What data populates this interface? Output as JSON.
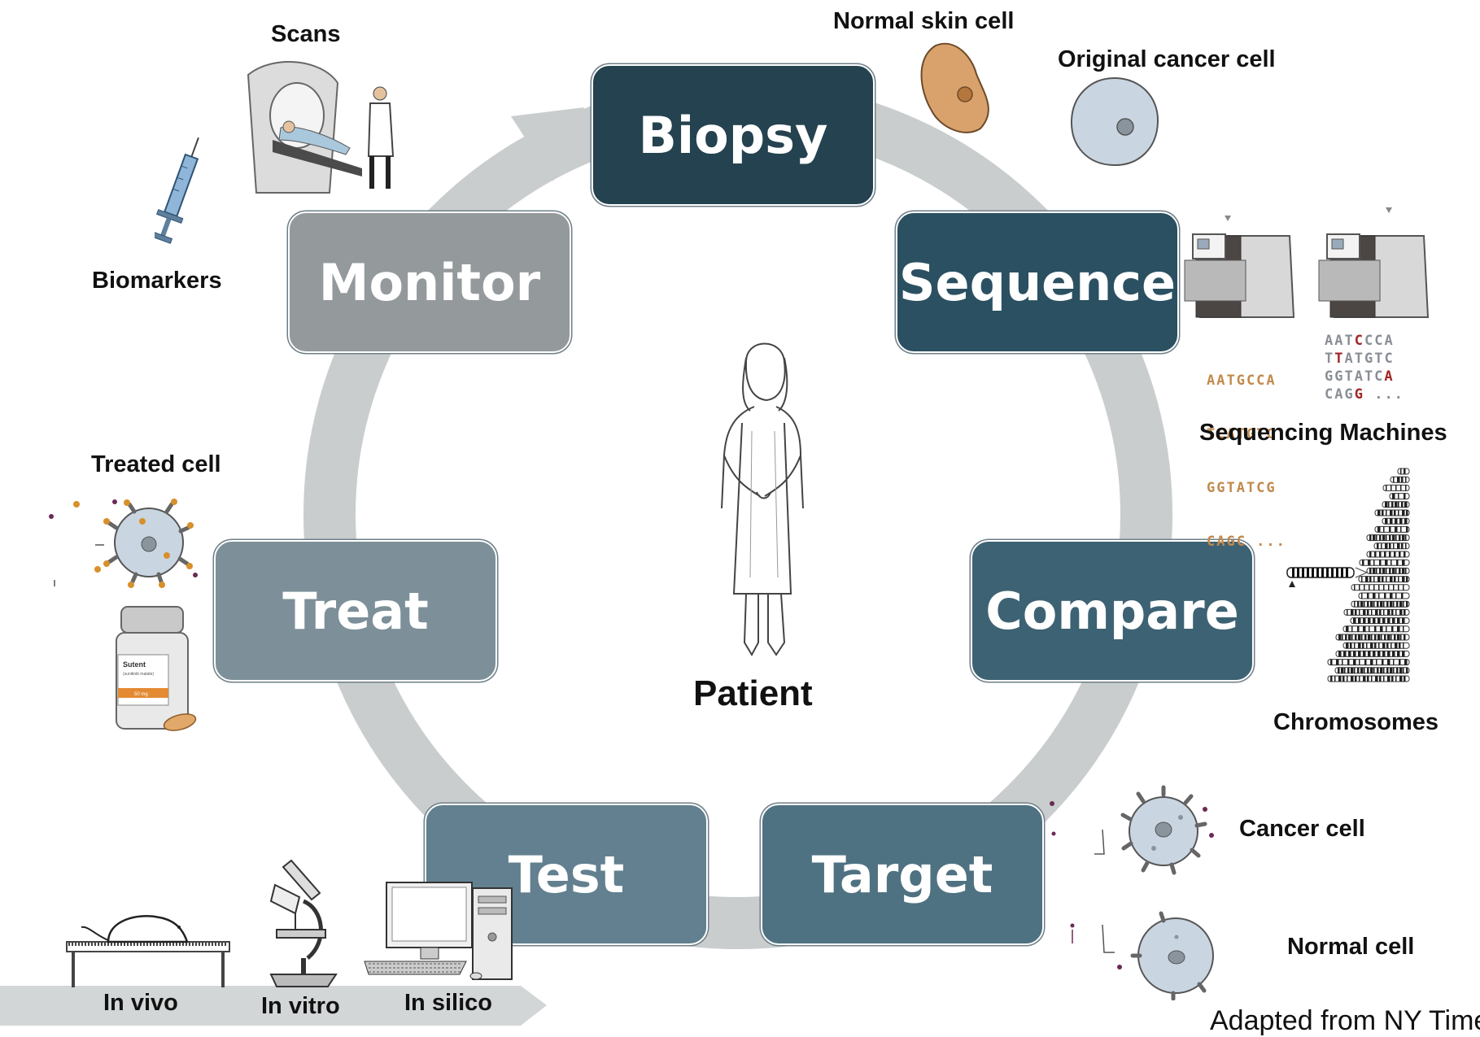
{
  "colors": {
    "ring": "#c9cdce",
    "biopsy": "#24424f",
    "sequence": "#2b5061",
    "compare": "#3d6273",
    "target": "#4f7282",
    "test": "#62808f",
    "treat": "#7d9099",
    "monitor": "#94999c"
  },
  "steps": {
    "biopsy": "Biopsy",
    "sequence": "Sequence",
    "compare": "Compare",
    "target": "Target",
    "test": "Test",
    "treat": "Treat",
    "monitor": "Monitor"
  },
  "center": {
    "label": "Patient"
  },
  "labels": {
    "scans": "Scans",
    "biomarkers": "Biomarkers",
    "normal_skin_cell": "Normal skin cell",
    "original_cancer_cell": "Original cancer cell",
    "sequencing_machines": "Sequencing Machines",
    "chromosomes": "Chromosomes",
    "cancer_cell": "Cancer cell",
    "normal_cell": "Normal cell",
    "treated_cell": "Treated cell",
    "in_vivo": "In vivo",
    "in_vitro": "In vitro",
    "in_silico": "In silico"
  },
  "sequences": {
    "normal": [
      "AATGCCA",
      "TCATGTC",
      "GGTATCG",
      "CAGC ..."
    ],
    "cancer": [
      [
        [
          "AAT",
          ""
        ],
        [
          "C",
          "hl"
        ],
        [
          "CCA",
          ""
        ]
      ],
      [
        [
          "T",
          ""
        ],
        [
          "T",
          "hl"
        ],
        [
          "ATGTC",
          ""
        ]
      ],
      [
        [
          "GGTATC",
          ""
        ],
        [
          "A",
          "hl"
        ]
      ],
      [
        [
          "CAG",
          ""
        ],
        [
          "G",
          "hl"
        ],
        [
          " ...",
          ""
        ]
      ]
    ]
  },
  "icons": {
    "scanner": "ct-scanner-icon",
    "syringe": "syringe-icon",
    "pill_bottle": "pill-bottle-icon",
    "microscope": "microscope-icon",
    "computer": "computer-icon",
    "mouse": "mouse-icon",
    "sequencer": "sequencer-icon"
  },
  "pill_bottle_text": {
    "brand": "Sutent",
    "sub": "(sunitinib malate)",
    "dose": "50 mg"
  },
  "credit": "Adapted from NY Times"
}
